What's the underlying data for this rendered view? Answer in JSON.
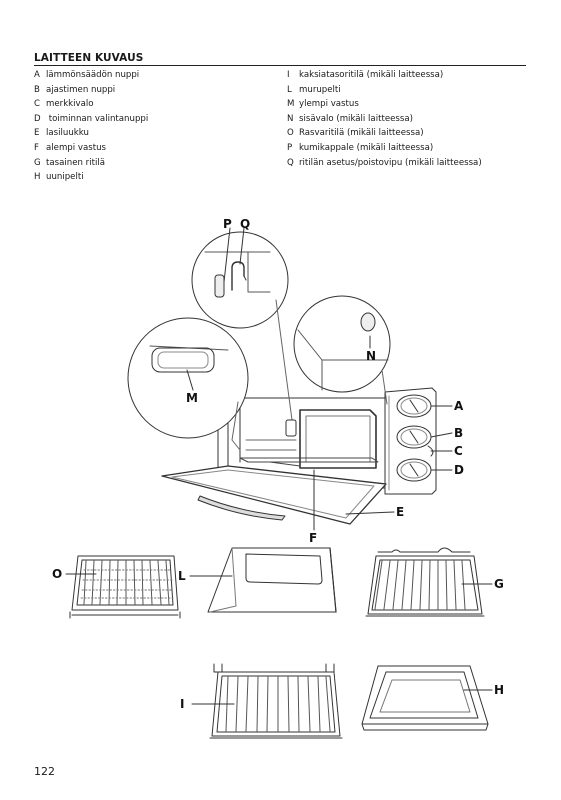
{
  "heading": "LAITTEEN KUVAUS",
  "parts_left": [
    {
      "letter": "A",
      "text": "lämmönsäädön nuppi"
    },
    {
      "letter": "B",
      "text": "ajastimen nuppi"
    },
    {
      "letter": "C",
      "text": "merkkivalo"
    },
    {
      "letter": "D",
      "text": " toiminnan valintanuppi"
    },
    {
      "letter": "E",
      "text": "lasiluukku"
    },
    {
      "letter": "F",
      "text": "alempi vastus"
    },
    {
      "letter": "G",
      "text": "tasainen ritilä"
    },
    {
      "letter": "H",
      "text": "uunipelti"
    }
  ],
  "parts_right": [
    {
      "letter": "I",
      "text": "kaksiatasoritilä (mikäli laitteessa)"
    },
    {
      "letter": "L",
      "text": "murupelti"
    },
    {
      "letter": "M",
      "text": "ylempi vastus"
    },
    {
      "letter": "N",
      "text": "sisävalo (mikäli laitteessa)"
    },
    {
      "letter": "O",
      "text": "Rasvaritilä (mikäli laitteessa)"
    },
    {
      "letter": "P",
      "text": "kumikappale (mikäli laitteessa)"
    },
    {
      "letter": "Q",
      "text": "ritilän asetus/poistovipu (mikäli laitteessa)"
    }
  ],
  "callouts": {
    "P": "P",
    "Q": "Q",
    "N": "N",
    "M": "M",
    "A": "A",
    "B": "B",
    "C": "C",
    "D": "D",
    "E": "E",
    "F": "F",
    "O": "O",
    "L": "L",
    "G": "G",
    "I": "I",
    "H": "H"
  },
  "page_number": "122"
}
